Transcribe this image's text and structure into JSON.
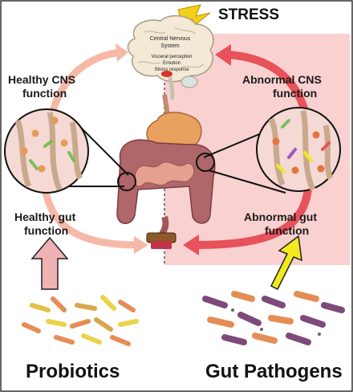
{
  "title": "STRESS",
  "brain": {
    "heading_line1": "Central Nervous",
    "heading_line2": "System",
    "items": [
      "Visceral perception",
      "Emotion",
      "Stress response"
    ]
  },
  "left": {
    "cns_line1": "Healthy CNS",
    "cns_line2": "function",
    "gut_line1": "Healthy gut",
    "gut_line2": "function",
    "caption": "Probiotics"
  },
  "right": {
    "cns_line1": "Abnormal CNS",
    "cns_line2": "function",
    "gut_line1": "Abnormal gut",
    "gut_line2": "function",
    "caption": "Gut Pathogens"
  },
  "colors": {
    "healthy_arrow": "#f6b9a8",
    "abnormal_arrow": "#e8525a",
    "abnormal_panel": "#f8c9c9",
    "probiotic_arrow": "#f0b2b2",
    "pathogen_arrow": "#f2ea1c",
    "lightning": "#f4cf1a"
  },
  "icons": {
    "stress": "lightning-bolt-icon",
    "brain": "brain-icon",
    "gut": "digestive-tract-icon"
  }
}
